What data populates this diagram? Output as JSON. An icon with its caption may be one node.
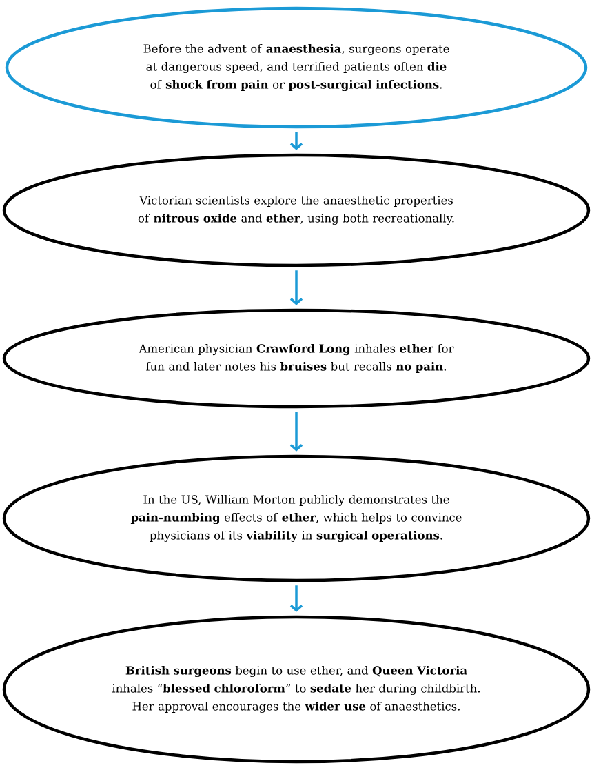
{
  "diagram": {
    "nodes": [
      {
        "text": [
          "Before the advent of **anaesthesia**, surgeons operate at dangerous speed, and terrified patients often **die** of **shock from pain** or **post-surgical infections**."
        ]
      },
      {
        "text": [
          "Victorian scientists explore the anaesthetic properties of **nitrous oxide** and **ether**, using both recreationally."
        ]
      },
      {
        "text": [
          "American physician **Crawford Long** inhales **ether** for fun and later notes his **bruises** but recalls **no pain**."
        ]
      },
      {
        "text": [
          "In the US, William Morton publicly demonstrates the **pain-numbing** effects of **ether**, which helps to convince physicians of its **viability** in **surgical operations**."
        ]
      },
      {
        "text": [
          "**British surgeons** begin to use ether, and **Queen Victoria** inhales “**blessed chloroform**” to **sedate** her during childbirth. Her approval encourages the **wider use** of anaesthetics."
        ]
      }
    ],
    "edges": [
      {
        "from": 0,
        "to": 1,
        "arrow": "to"
      },
      {
        "from": 1,
        "to": 2,
        "arrow": "to"
      },
      {
        "from": 2,
        "to": 3,
        "arrow": "to"
      },
      {
        "from": 3,
        "to": 4,
        "arrow": "to"
      }
    ]
  }
}
